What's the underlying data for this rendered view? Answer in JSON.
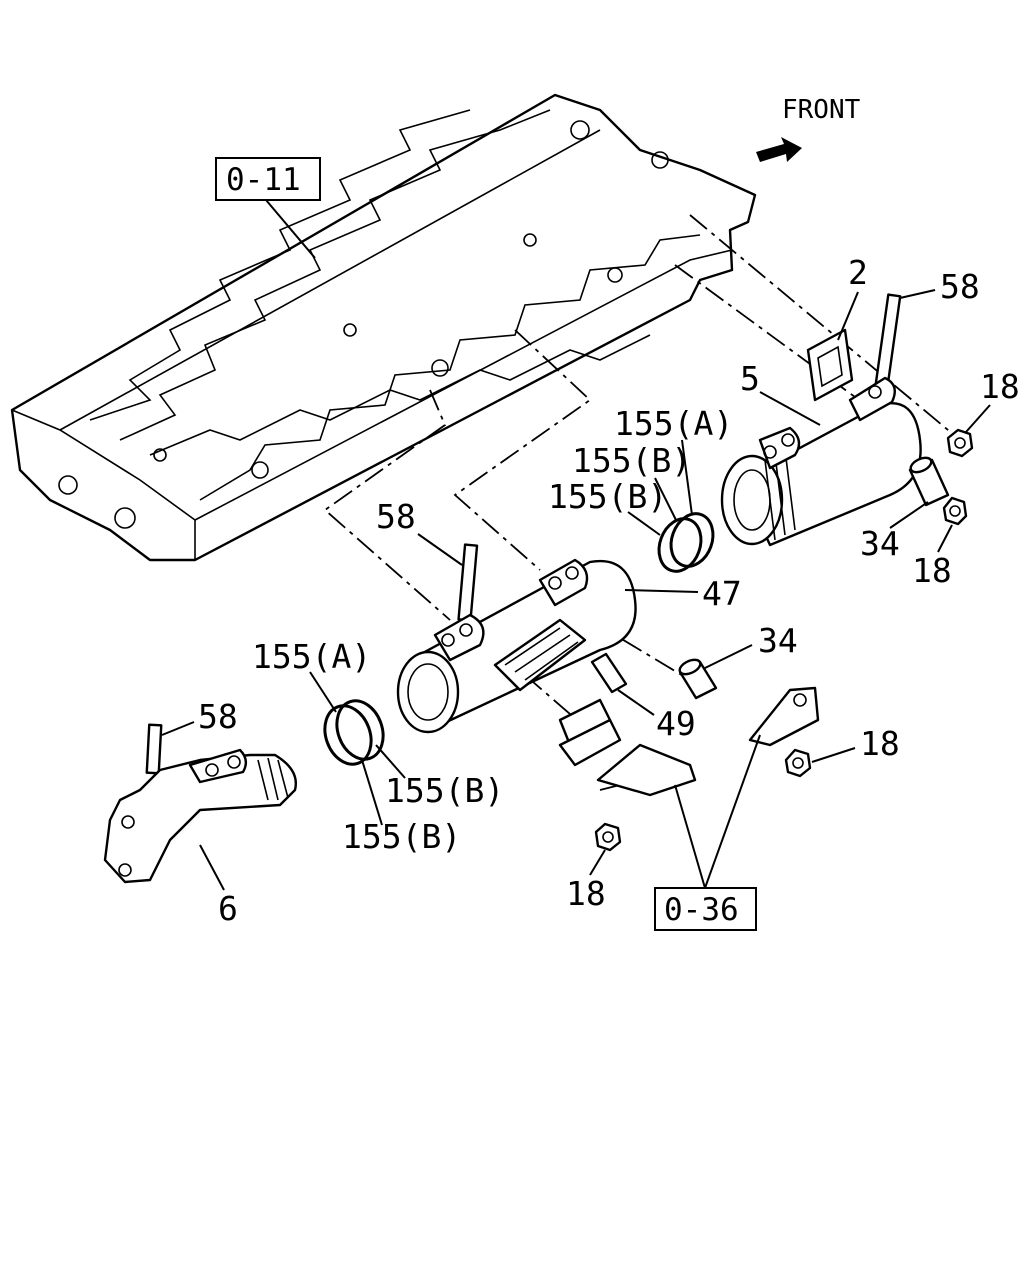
{
  "diagram": {
    "direction_label": "FRONT",
    "ref_boxes": {
      "cylinder_head_ref": "0-11",
      "bracket_ref": "0-36"
    },
    "callouts": {
      "part_2": "2",
      "part_58_upper": "58",
      "part_5": "5",
      "part_18_upper_right": "18",
      "part_155a_upper": "155(A)",
      "part_155b_upper_1": "155(B)",
      "part_155b_upper_2": "155(B)",
      "part_34_upper": "34",
      "part_18_mid_right": "18",
      "part_58_middle": "58",
      "part_47": "47",
      "part_34_lower": "34",
      "part_155a_lower": "155(A)",
      "part_49": "49",
      "part_18_lower_right": "18",
      "part_58_lower": "58",
      "part_155b_lower_1": "155(B)",
      "part_155b_lower_2": "155(B)",
      "part_18_bottom": "18",
      "part_6": "6"
    }
  }
}
